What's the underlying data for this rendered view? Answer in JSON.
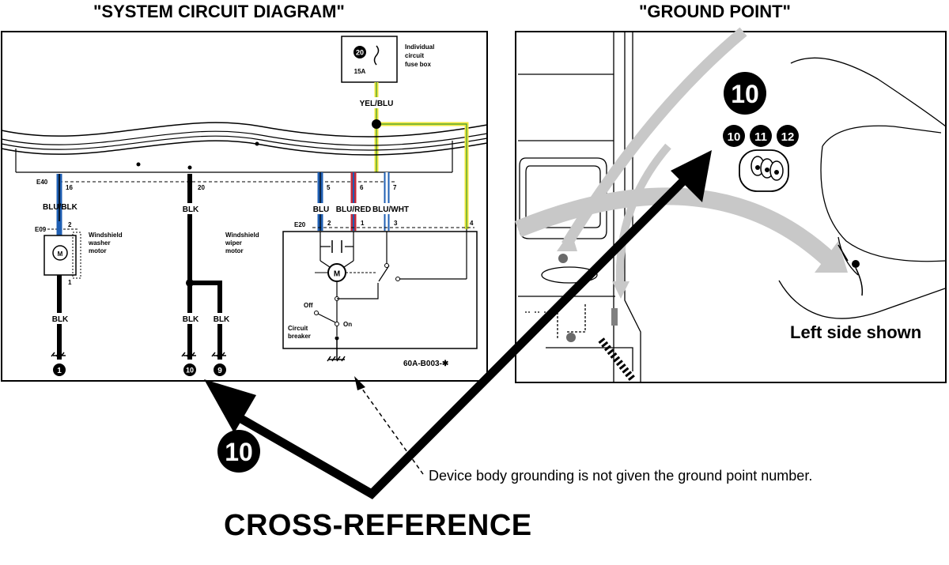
{
  "headings": {
    "system_circuit": "\"SYSTEM CIRCUIT DIAGRAM\"",
    "ground_point": "\"GROUND POINT\"",
    "cross_reference": "CROSS-REFERENCE"
  },
  "circuit": {
    "fuse_number": "20",
    "fuse_rating": "15A",
    "fuse_box_label": [
      "Individual",
      "circuit",
      "fuse box"
    ],
    "main_wire": "YEL/BLU",
    "connector_e40": "E40",
    "connector_e09": "E09",
    "connector_e20": "E20",
    "pins": {
      "p16": "16",
      "p20": "20",
      "p5": "5",
      "p6": "6",
      "p7": "7",
      "p2a": "2",
      "p1a": "1",
      "p2b": "2",
      "p1b": "1",
      "p3": "3",
      "p4": "4"
    },
    "wires": {
      "blu_blk": "BLU/BLK",
      "blk_20": "BLK",
      "blu": "BLU",
      "blu_red": "BLU/RED",
      "blu_wht": "BLU/WHT",
      "blk_a": "BLK",
      "blk_b": "BLK",
      "blk_c": "BLK"
    },
    "washer_motor_label": [
      "Windshield",
      "washer",
      "motor"
    ],
    "wiper_motor_label": [
      "Windshield",
      "wiper",
      "motor"
    ],
    "motor_symbol": "M",
    "switch_off": "Off",
    "switch_on": "On",
    "breaker_label": [
      "Circuit",
      "breaker"
    ],
    "grounds": [
      "1",
      "10",
      "9"
    ],
    "diagram_code": "60A-B003-✱",
    "colors": {
      "blue": "#1f5fb3",
      "red": "#c0293b",
      "yellow": "#f2e73a",
      "green": "#3c9a3c"
    }
  },
  "ground_view": {
    "main_number": "10",
    "point_numbers": [
      "10",
      "11",
      "12"
    ],
    "caption": "Left side shown"
  },
  "callouts": {
    "cross_ref_number": "10",
    "note": "Device body grounding is not given the ground point number."
  }
}
